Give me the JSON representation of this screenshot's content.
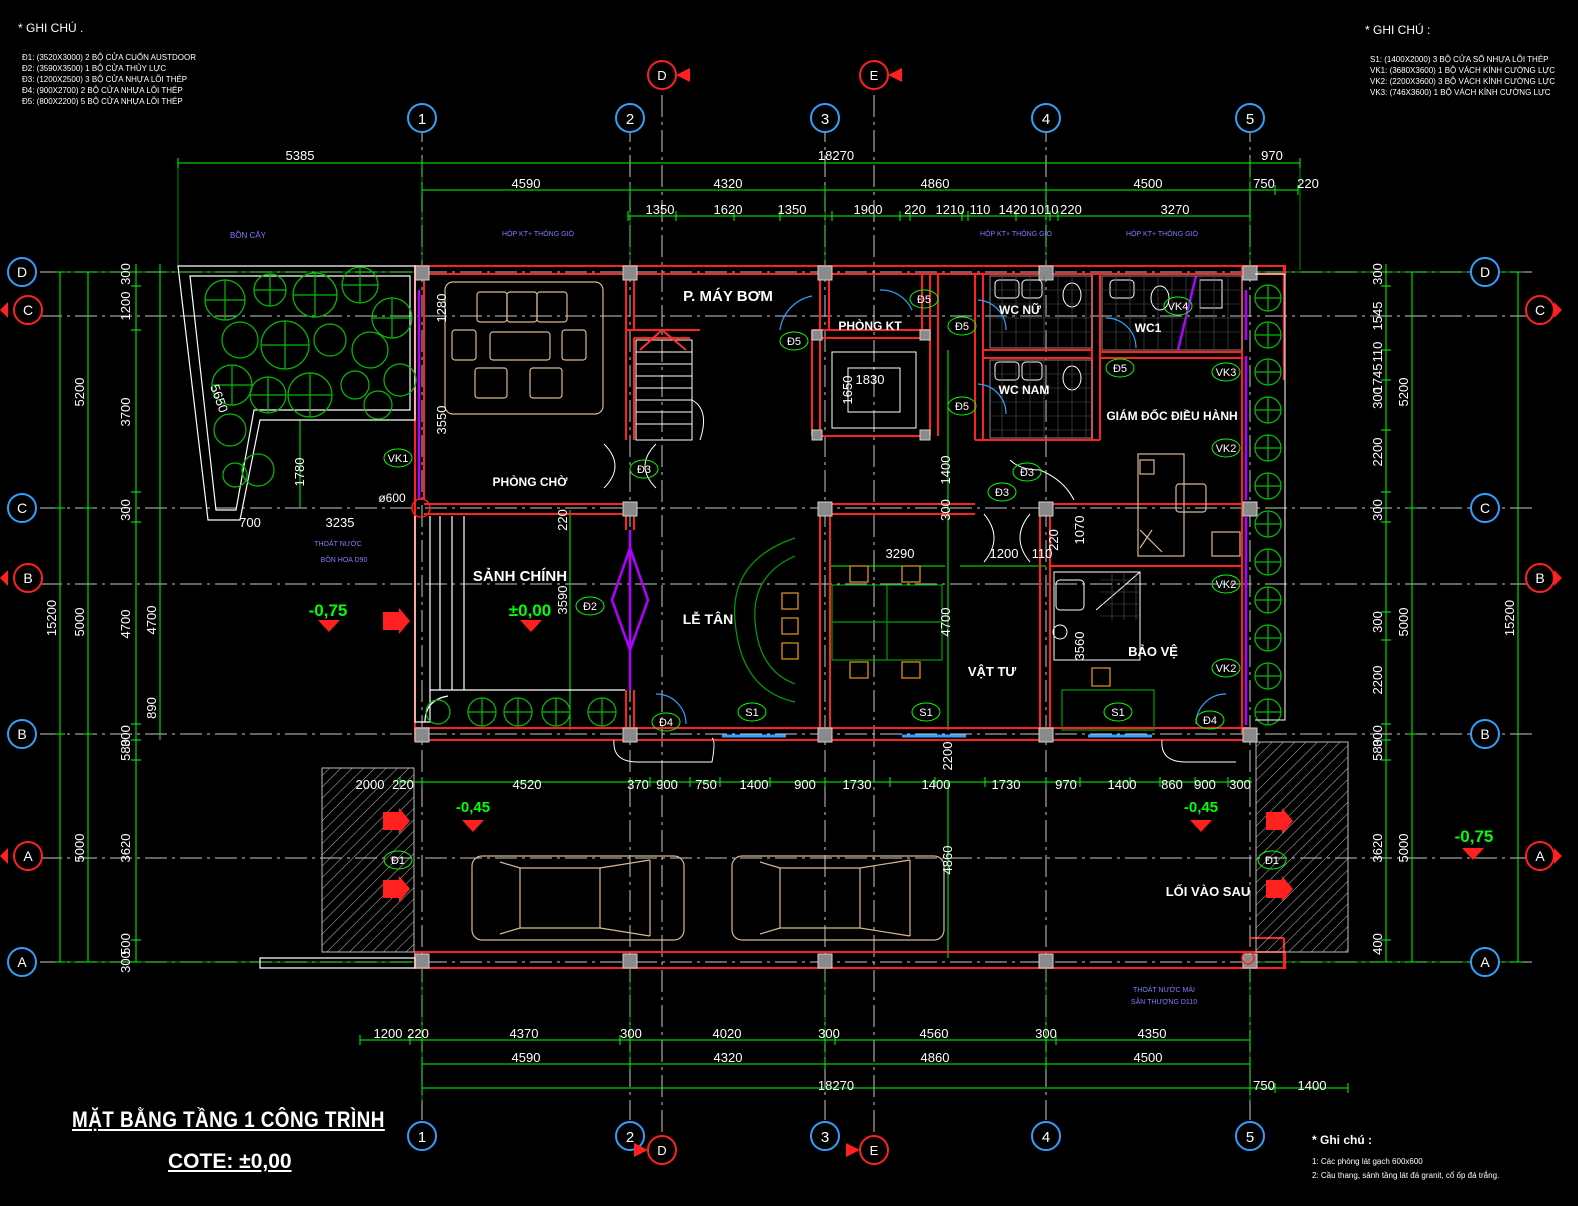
{
  "notes_left": {
    "title": "* GHI CHÚ .",
    "lines": [
      "Đ1: (3520X3000) 2 BỘ CỬA CUỐN AUSTDOOR",
      "Đ2: (3590X3500) 1 BỘ CỬA THỦY LỰC",
      "Đ3: (1200X2500) 3 BỘ CỬA NHỰA LÕI THÉP",
      "Đ4: (900X2700) 2 BỘ CỬA NHỰA LÕI THÉP",
      "Đ5: (800X2200) 5 BỘ CỬA NHỰA LÕI THÉP"
    ]
  },
  "notes_right": {
    "title": "* GHI CHÚ :",
    "lines": [
      "S1: (1400X2000) 3 BỘ CỬA SỔ NHỰA LÕI THÉP",
      "VK1: (3680X3600) 1 BỘ VÁCH KÍNH CƯỜNG LỰC",
      "VK2: (2200X3600) 3 BỘ VÁCH KÍNH CƯỜNG LỰC",
      "VK3: (746X3600) 1 BỘ VÁCH KÍNH CƯỜNG LỰC"
    ]
  },
  "notes_bottom": {
    "title": "* Ghi chú :",
    "lines": [
      "1: Các phòng lát gạch 600x600",
      "2: Cầu thang, sảnh tầng lát đá granit, cổ ốp đá trắng."
    ]
  },
  "title": {
    "main": "MẶT BẰNG TẦNG 1 CÔNG TRÌNH",
    "sub": "COTE: ±0,00"
  },
  "grid_labels": {
    "columns": [
      "1",
      "2",
      "3",
      "4",
      "5"
    ],
    "rows": [
      "D",
      "C",
      "C",
      "B",
      "B",
      "A",
      "A"
    ],
    "section_marks": [
      "D",
      "E",
      "C",
      "B",
      "A"
    ]
  },
  "rooms": [
    "P. MÁY BƠM",
    "PHÒNG KT",
    "WC NỮ",
    "WC1",
    "WC NAM",
    "GIÁM ĐỐC ĐIỀU HÀNH",
    "PHÒNG CHỜ",
    "SẢNH CHÍNH",
    "LỄ TÂN",
    "VẬT TƯ",
    "BẢO VỆ",
    "LỐI VÀO SAU"
  ],
  "labels": [
    "BỒN CÂY",
    "HỘP KT+ THÔNG GIÓ",
    "HỘP KT+ THÔNG GIÓ",
    "HỘP KT+ THÔNG GIÓ",
    "THOÁT NƯỚC",
    "BỒN HOA D90",
    "THOÁT NƯỚC MÁI",
    "SÂN THƯỢNG D110",
    "ø600"
  ],
  "levels": [
    "-0,75",
    "±0,00",
    "-0,45",
    "-0,45",
    "-0,75"
  ],
  "tags": [
    "Đ5",
    "Đ5",
    "Đ5",
    "Đ5",
    "Đ5",
    "Đ3",
    "Đ3",
    "Đ3",
    "Đ2",
    "Đ4",
    "Đ4",
    "Đ1",
    "Đ1",
    "VK1",
    "VK4",
    "VK3",
    "VK2",
    "VK2",
    "VK2",
    "S1",
    "S1",
    "S1"
  ],
  "dimensions": {
    "top1": [
      "5385",
      "18270",
      "970"
    ],
    "top2": [
      "4590",
      "4320",
      "4860",
      "4500",
      "750",
      "220"
    ],
    "top3": [
      "1350",
      "1620",
      "1350",
      "1900",
      "220",
      "1210",
      "110",
      "1420",
      "1010",
      "220",
      "3270"
    ],
    "mid": [
      "4520",
      "370",
      "900",
      "750",
      "1400",
      "900",
      "1730",
      "1400",
      "1730",
      "970",
      "1400",
      "860",
      "900",
      "300",
      "220",
      "2000"
    ],
    "bottom1": [
      "1200",
      "220",
      "4370",
      "300",
      "4020",
      "300",
      "4560",
      "300",
      "4350"
    ],
    "bottom2": [
      "4590",
      "4320",
      "4860",
      "4500"
    ],
    "bottom3": [
      "18270",
      "750",
      "1400"
    ],
    "left_outer": [
      "15200"
    ],
    "left_2": [
      "5200",
      "5000",
      "5000"
    ],
    "left_3": [
      "300",
      "1200",
      "3700",
      "300",
      "4700",
      "300",
      "580",
      "3620",
      "500",
      "300"
    ],
    "left_4": [
      "4700",
      "890"
    ],
    "right_outer": [
      "15200"
    ],
    "right_2": [
      "5200",
      "5000",
      "5000"
    ],
    "right_3": [
      "300",
      "1545",
      "110",
      "1745",
      "300",
      "2200",
      "300",
      "300",
      "2200",
      "300",
      "580",
      "3620",
      "400"
    ],
    "interior": [
      "1280",
      "3550",
      "1780",
      "5650",
      "700",
      "3235",
      "220",
      "3590",
      "1830",
      "1650",
      "1400",
      "300",
      "3290",
      "1200",
      "110",
      "220",
      "1070",
      "4700",
      "3560",
      "2200",
      "4860"
    ]
  }
}
